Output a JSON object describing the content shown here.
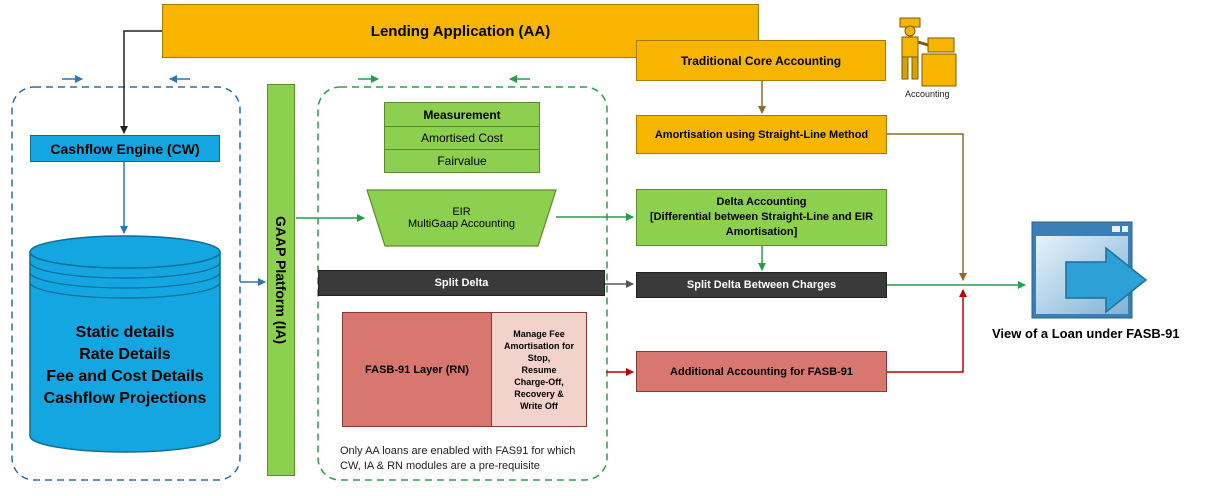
{
  "lending_app": "Lending Application (AA)",
  "traditional_core": "Traditional Core Accounting",
  "accounting_caption": "Accounting",
  "amortisation_straight": "Amortisation using Straight-Line Method",
  "cashflow_engine": "Cashflow Engine (CW)",
  "cashflow_db_lines": [
    "Static details",
    "Rate Details",
    "Fee and Cost Details",
    "Cashflow Projections"
  ],
  "gaap_platform": "GAAP Platform (IA)",
  "measurement": {
    "title": "Measurement",
    "rows": [
      "Amortised Cost",
      "Fairvalue"
    ]
  },
  "eir": [
    "EIR",
    "MultiGaap Accounting"
  ],
  "delta_accounting": [
    "Delta Accounting",
    "[Differential between Straight-Line and EIR",
    "Amortisation]"
  ],
  "split_delta": "Split Delta",
  "split_delta_charges": "Split Delta Between Charges",
  "fasb_layer": "FASB-91 Layer (RN)",
  "manage_fee": [
    "Manage Fee",
    "Amortisation for",
    "Stop,",
    "Resume",
    "Charge-Off,",
    "Recovery &",
    "Write Off"
  ],
  "additional_accounting": "Additional Accounting for FASB-91",
  "view_loan": "View of a Loan under FASB-91",
  "note_lines": [
    "Only AA loans are enabled with FAS91 for which",
    "CW, IA & RN modules are a pre-requisite"
  ],
  "colors": {
    "orange": "#f7b500",
    "green": "#8dcf4f",
    "dark": "#3a3a3a",
    "red": "#d7776f",
    "pink": "#f3d2cc",
    "blue": "#13a6e0",
    "dashed_blue": "#2e6da4",
    "dashed_green": "#2f9e4f"
  },
  "icons": [
    "accountant-person-icon",
    "loan-view-window-icon"
  ]
}
